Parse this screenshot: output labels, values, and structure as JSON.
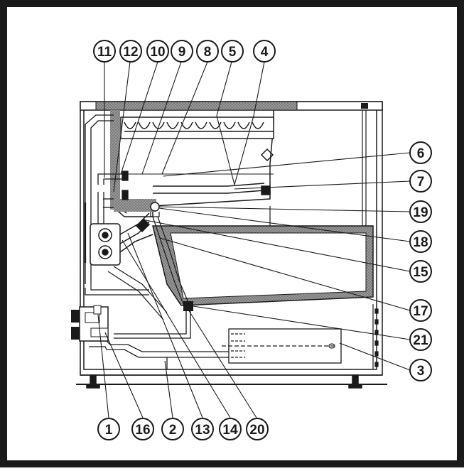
{
  "diagram": {
    "title": "",
    "callouts": {
      "c1": "1",
      "c2": "2",
      "c3": "3",
      "c4": "4",
      "c5": "5",
      "c6": "6",
      "c7": "7",
      "c8": "8",
      "c9": "9",
      "c10": "10",
      "c11": "11",
      "c12": "12",
      "c13": "13",
      "c14": "14",
      "c15": "15",
      "c16": "16",
      "c17": "17",
      "c18": "18",
      "c19": "19",
      "c20": "20",
      "c21": "21"
    }
  },
  "colors": {
    "frame": "#1a1a1a",
    "line": "#1a1a1a",
    "hatch": "#7a7a7a",
    "fill": "#ffffff"
  }
}
